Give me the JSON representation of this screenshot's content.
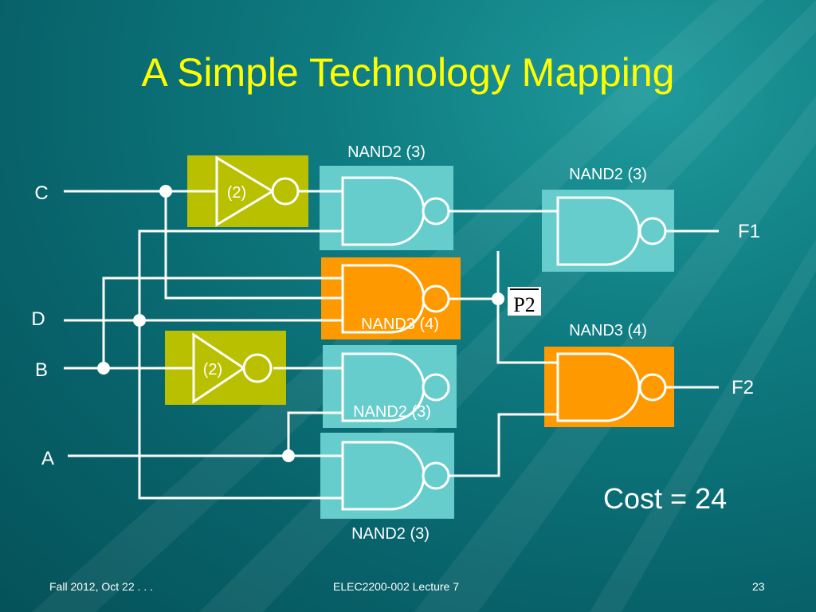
{
  "slide": {
    "title": "A Simple Technology Mapping",
    "cost_text": "Cost = 24",
    "footer": {
      "left": "Fall 2012, Oct 22 . . .",
      "center": "ELEC2200-002 Lecture 7",
      "page_number": "23"
    }
  },
  "colors": {
    "background": "#0b6f75",
    "title": "#ffff00",
    "inverter_box": "#b9c000",
    "nand2_box": "#66cccc",
    "nand3_box": "#ff9900",
    "wire": "#ffffff"
  },
  "diagram": {
    "inputs": [
      "C",
      "D",
      "B",
      "A"
    ],
    "outputs": [
      "F1",
      "F2"
    ],
    "inverter_cost": "(2)",
    "inverter_cost_2": "(2)",
    "gate_labels": {
      "nand2_top": "NAND2 (3)",
      "nand3_middle": "NAND3 (4)",
      "nand2_middle": "NAND2 (3)",
      "nand2_bottom": "NAND2 (3)",
      "nand2_output": "NAND2 (3)",
      "nand3_output": "NAND3 (4)"
    },
    "intermediate_signal": "P2"
  }
}
